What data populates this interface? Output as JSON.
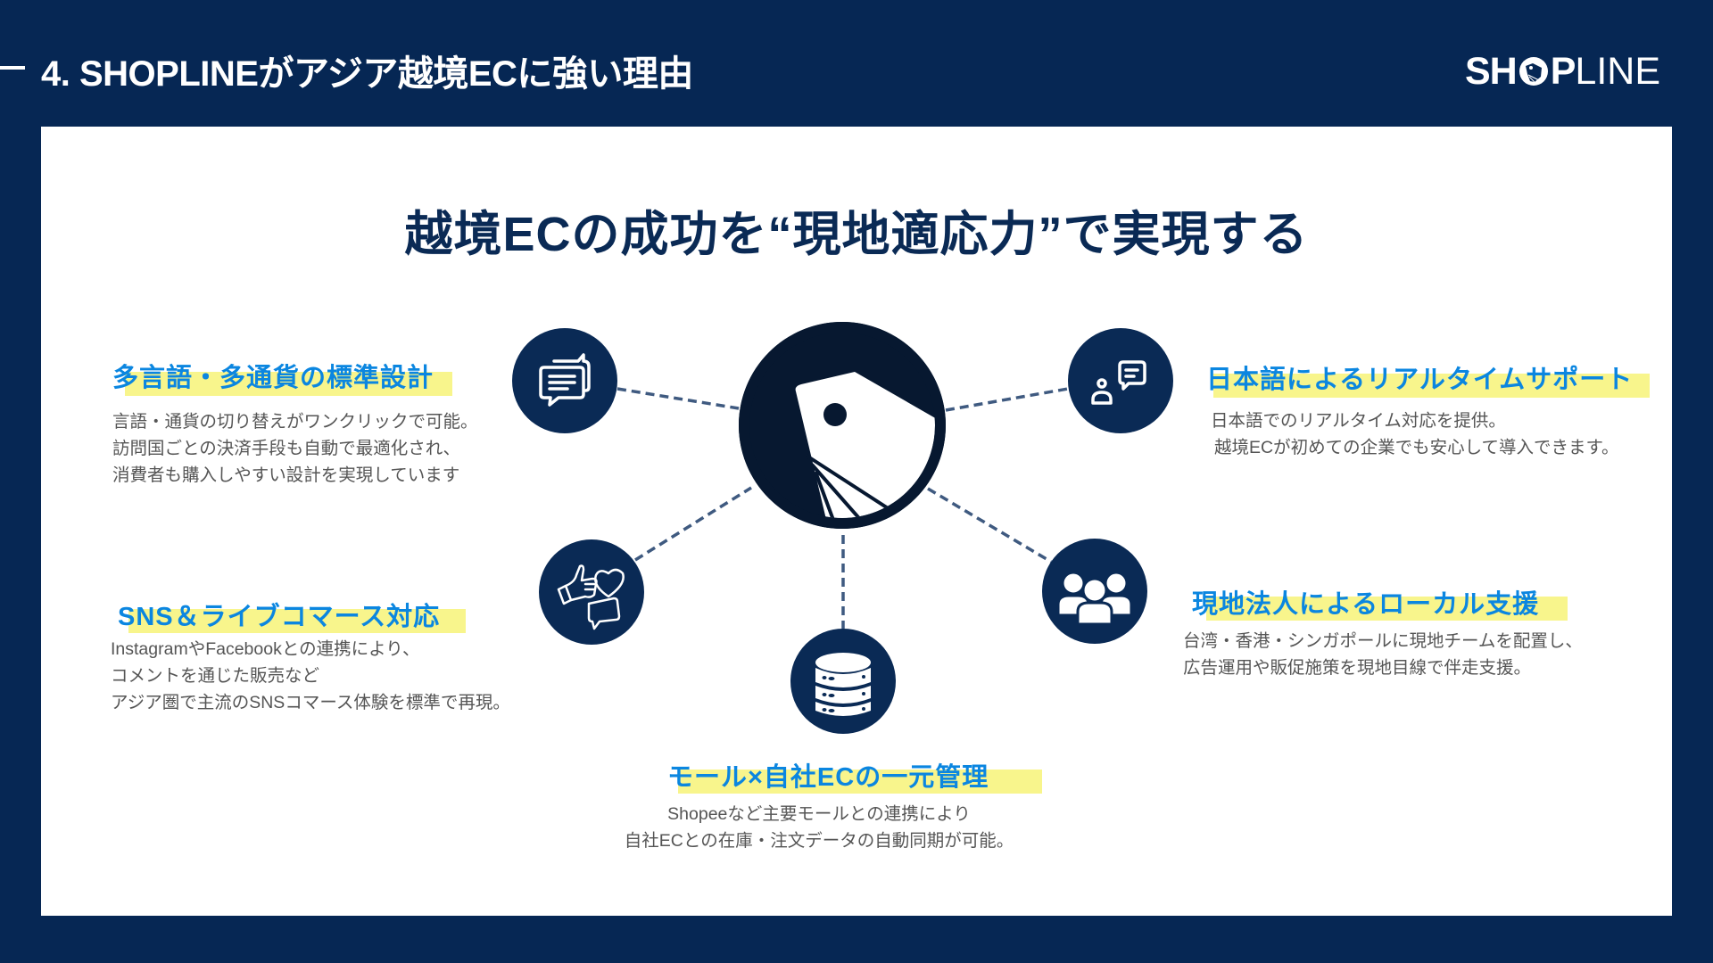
{
  "header": {
    "title": "4. SHOPLINEがアジア越境ECに強い理由",
    "logo": {
      "part1": "SH",
      "part2": "P",
      "part3": "LINE",
      "mark": "tag-o-icon"
    }
  },
  "main": {
    "heading": "越境ECの成功を“現地適応力”で実現する"
  },
  "colors": {
    "background": "#062754",
    "panel": "#ffffff",
    "heading": "#0a2a55",
    "feature_title": "#0b86e0",
    "highlight": "#f8f58c",
    "body_text": "#555555",
    "node": "#0a2a55",
    "hub": "#071830",
    "connector": "#3f5a80"
  },
  "hub": {
    "icon": "price-tag-icon"
  },
  "features": [
    {
      "id": "multilingual",
      "title": "多言語・多通貨の標準設計",
      "icon": "chat-bubbles-icon",
      "lines": [
        "言語・通貨の切り替えがワンクリックで可能。",
        "訪問国ごとの決済手段も自動で最適化され、",
        "消費者も購入しやすい設計を実現しています"
      ]
    },
    {
      "id": "sns-live",
      "title": "SNS＆ライブコマース対応",
      "icon": "thumbs-up-heart-comment-icon",
      "lines": [
        "InstagramやFacebookとの連携により、",
        "コメントを通じた販売など",
        "アジア圏で主流のSNSコマース体験を標準で再現。"
      ]
    },
    {
      "id": "mall-integration",
      "title": "モール×自社ECの一元管理",
      "icon": "database-icon",
      "lines": [
        "Shopeeなど主要モールとの連携により",
        "自社ECとの在庫・注文データの自動同期が可能。"
      ]
    },
    {
      "id": "japanese-support",
      "title": "日本語によるリアルタイムサポート",
      "icon": "person-chat-icon",
      "lines": [
        "日本語でのリアルタイム対応を提供。",
        "越境ECが初めての企業でも安心して導入できます。"
      ]
    },
    {
      "id": "local-support",
      "title": "現地法人によるローカル支援",
      "icon": "people-group-icon",
      "lines": [
        "台湾・香港・シンガポールに現地チームを配置し、",
        "広告運用や販促施策を現地目線で伴走支援。"
      ]
    }
  ]
}
